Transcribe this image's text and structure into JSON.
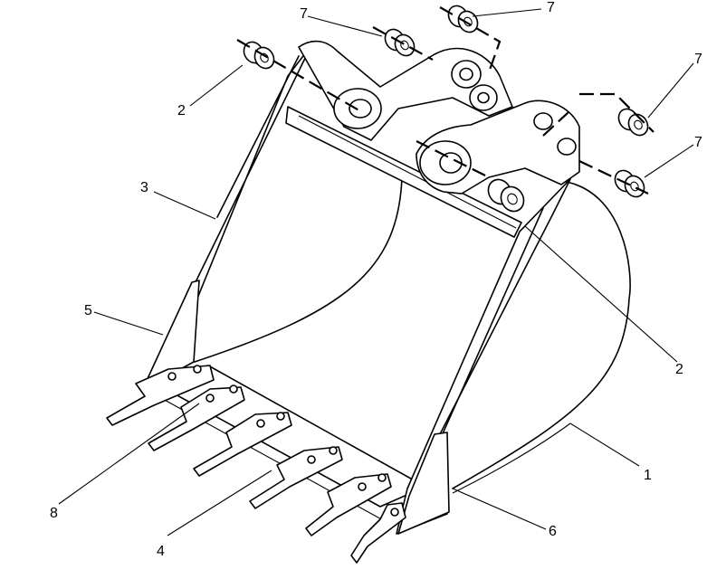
{
  "callouts": [
    {
      "id": "c1",
      "text": "1"
    },
    {
      "id": "c2a",
      "text": "2"
    },
    {
      "id": "c2b",
      "text": "2"
    },
    {
      "id": "c3",
      "text": "3"
    },
    {
      "id": "c4",
      "text": "4"
    },
    {
      "id": "c5",
      "text": "5"
    },
    {
      "id": "c6",
      "text": "6"
    },
    {
      "id": "c7a",
      "text": "7"
    },
    {
      "id": "c7b",
      "text": "7"
    },
    {
      "id": "c7c",
      "text": "7"
    },
    {
      "id": "c7d",
      "text": "7"
    },
    {
      "id": "c8",
      "text": "8"
    }
  ]
}
